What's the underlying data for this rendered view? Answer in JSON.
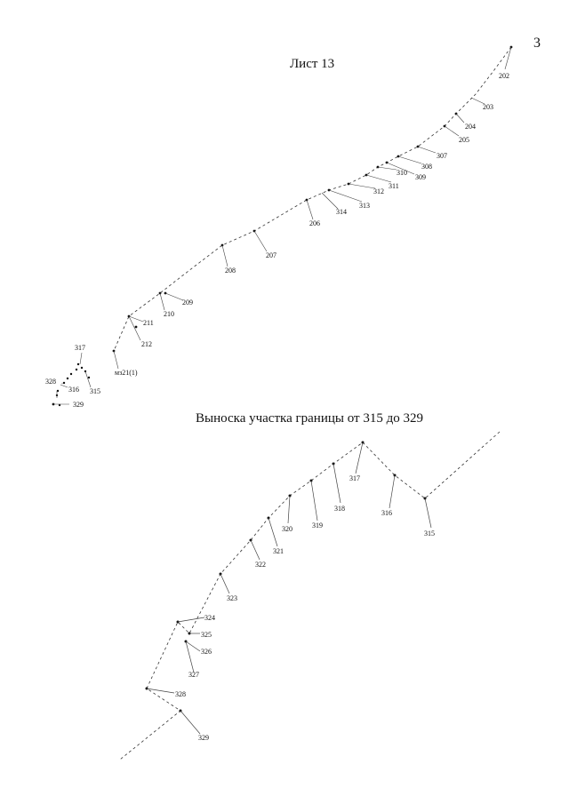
{
  "page_number": "3",
  "sheet_title": "Лист 13",
  "callout_title": "Выноска участка границы от 315 до 329",
  "top_diagram_labels": {
    "202": "202",
    "203": "203",
    "204": "204",
    "205": "205",
    "307": "307",
    "308": "308",
    "309": "309",
    "310": "310",
    "311": "311",
    "312": "312",
    "313": "313",
    "314": "314",
    "206": "206",
    "207": "207",
    "208": "208",
    "209": "209",
    "210": "210",
    "211": "211",
    "212": "212",
    "mz": "мз21(1)",
    "317": "317",
    "328": "328",
    "316": "316",
    "315": "315",
    "329": "329"
  },
  "callout_labels": {
    "317": "317",
    "318": "318",
    "319": "319",
    "316": "316",
    "315": "315",
    "320": "320",
    "321": "321",
    "322": "322",
    "323": "323",
    "324": "324",
    "325": "325",
    "326": "326",
    "327": "327",
    "328": "328",
    "329": "329"
  }
}
